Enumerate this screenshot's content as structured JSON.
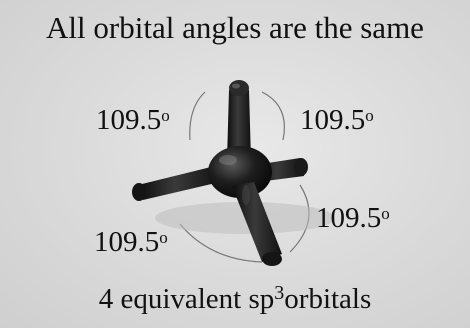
{
  "heading": "All orbital angles are the same",
  "angles": {
    "top_left": "109.5",
    "top_right": "109.5",
    "bottom_right": "109.5",
    "bottom_left": "109.5",
    "unit": "o"
  },
  "caption": {
    "before": "4 equivalent sp",
    "superscript": "3",
    "after": "orbitals"
  },
  "model": {
    "picture": "black tetrahedral ball-and-stick model with four arms",
    "color": "#1a1a1a"
  }
}
